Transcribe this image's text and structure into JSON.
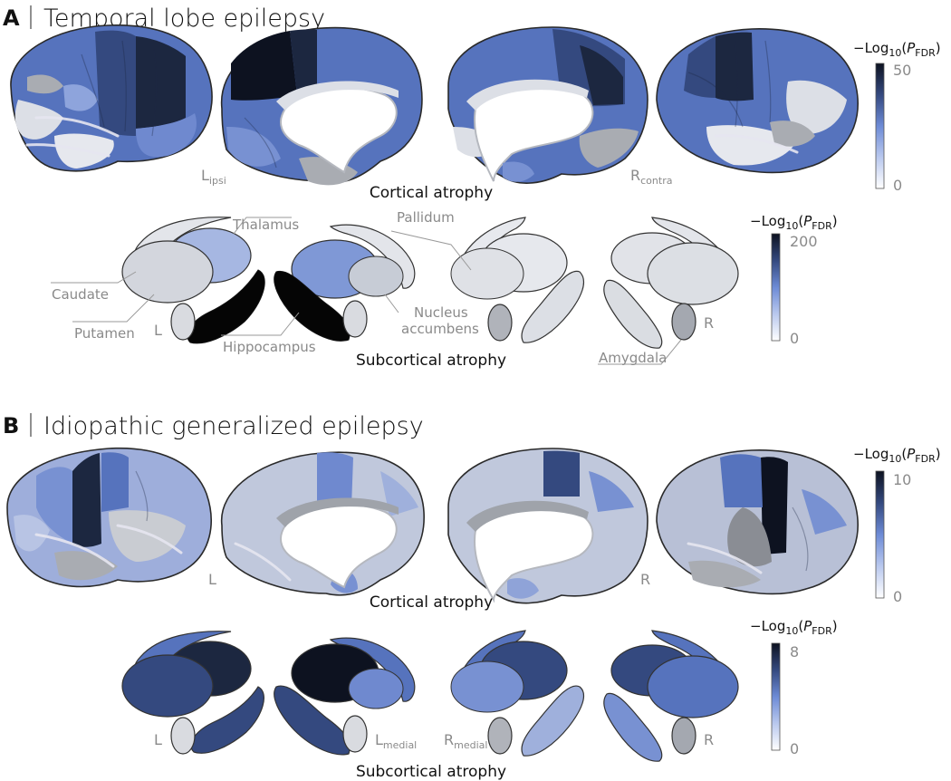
{
  "panels": [
    {
      "letter": "A",
      "title": "Temporal lobe epilepsy",
      "cortical": {
        "left_label": "L",
        "left_sub": "ipsi",
        "right_label": "R",
        "right_sub": "contra",
        "caption": "Cortical atrophy",
        "colorbar": {
          "title_prefix": "−Log",
          "title_base": "10",
          "title_open": "(",
          "title_p": "P",
          "title_p_sub": "FDR",
          "title_close": ")",
          "max": "50",
          "min": "0"
        }
      },
      "subcortical": {
        "labels": {
          "thalamus": "Thalamus",
          "caudate": "Caudate",
          "putamen": "Putamen",
          "hippocampus": "Hippocampus",
          "pallidum": "Pallidum",
          "nucleus": "Nucleus",
          "accumbens": "accumbens",
          "amygdala": "Amygdala",
          "left": "L",
          "right": "R"
        },
        "caption": "Subcortical atrophy",
        "colorbar": {
          "title_prefix": "−Log",
          "title_base": "10",
          "title_open": "(",
          "title_p": "P",
          "title_p_sub": "FDR",
          "title_close": ")",
          "max": "200",
          "min": "0"
        }
      }
    },
    {
      "letter": "B",
      "title": "Idiopathic generalized epilepsy",
      "cortical": {
        "left_label": "L",
        "right_label": "R",
        "caption": "Cortical atrophy",
        "colorbar": {
          "title_prefix": "−Log",
          "title_base": "10",
          "title_open": "(",
          "title_p": "P",
          "title_p_sub": "FDR",
          "title_close": ")",
          "max": "10",
          "min": "0"
        }
      },
      "subcortical": {
        "labels": {
          "left": "L",
          "left_medial": "L",
          "left_medial_sub": "medial",
          "right_medial": "R",
          "right_medial_sub": "medial",
          "right": "R"
        },
        "caption": "Subcortical atrophy",
        "colorbar": {
          "title_prefix": "−Log",
          "title_base": "10",
          "title_open": "(",
          "title_p": "P",
          "title_p_sub": "FDR",
          "title_close": ")",
          "max": "8",
          "min": "0"
        }
      }
    }
  ],
  "colors": {
    "colormap": [
      "#ffffff",
      "#c8d4ef",
      "#6e8fd8",
      "#3d5a9c",
      "#1e2a44",
      "#000000"
    ],
    "light": "#dcdfe6",
    "gray": "#a9acb2",
    "pale_blue": "#b6c4e6",
    "mid_blue": "#7891d2",
    "blue": "#5673bd",
    "deep_blue": "#34497f",
    "navy": "#1c2740",
    "black": "#050505"
  }
}
